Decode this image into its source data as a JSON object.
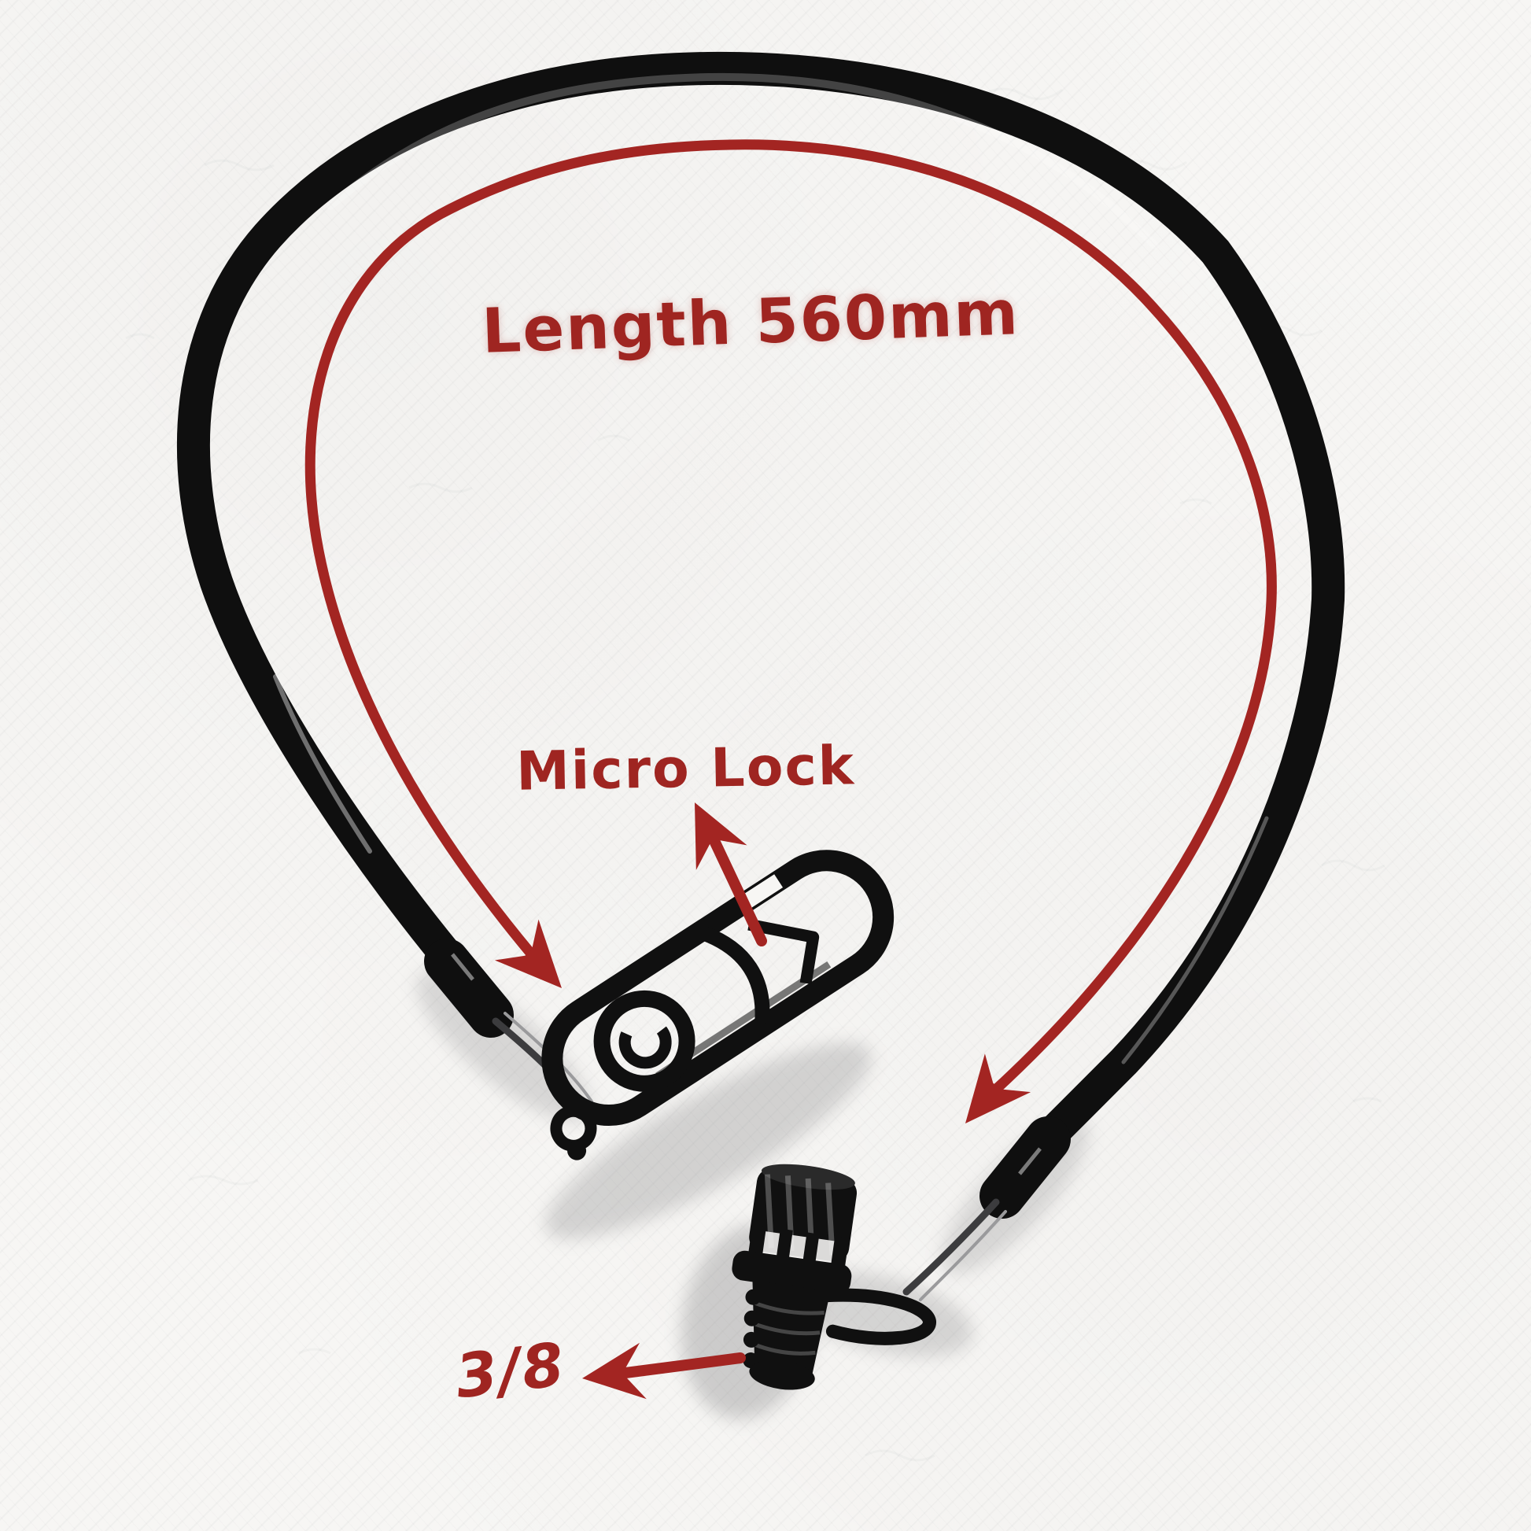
{
  "diagram": {
    "labels": {
      "length": "Length 560mm",
      "micro_lock": "Micro Lock",
      "thread_size": "3/8"
    },
    "colors": {
      "annotation_red": "#a32522",
      "text_red": "#9f2521",
      "ink_black": "#0f0f0f",
      "paper_white": "#f7f6f4"
    },
    "parts": [
      "cable-loop",
      "crimp-ferrule-left",
      "crimp-ferrule-right",
      "micro-lock-clip",
      "swivel-spiral",
      "thread-screw-3-8"
    ]
  }
}
